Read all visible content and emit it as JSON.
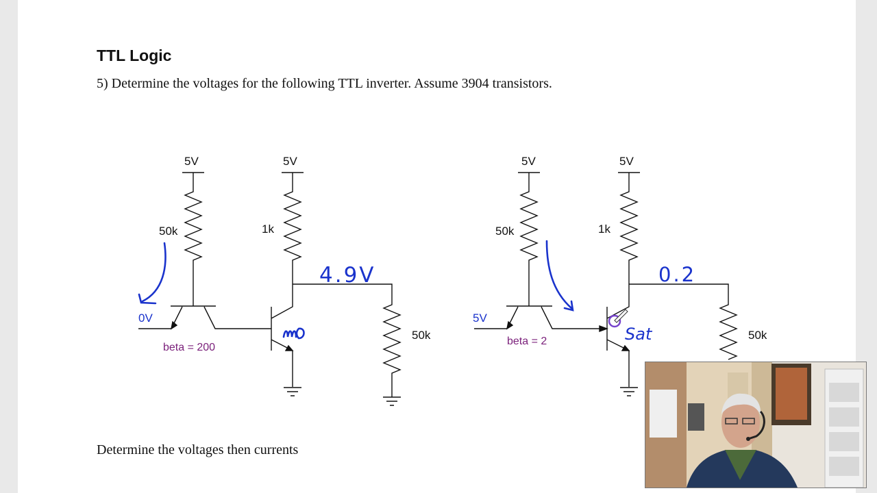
{
  "document": {
    "title": "TTL Logic",
    "question": "5)  Determine the voltages for the following TTL inverter.  Assume 3904 transistors.",
    "footer": "Determine the voltages then currents"
  },
  "circuit_left": {
    "supply_1": "5V",
    "supply_2": "5V",
    "r_base": "50k",
    "r_collector": "1k",
    "r_load": "50k",
    "input": "0V",
    "beta": "beta = 200",
    "annotation_voltage": "4.9V"
  },
  "circuit_right": {
    "supply_1": "5V",
    "supply_2": "5V",
    "r_base": "50k",
    "r_collector": "1k",
    "r_load": "50k",
    "input": "5V",
    "beta": "beta = 2",
    "annotation_voltage": "0.2",
    "annotation_state": "Sat"
  },
  "colors": {
    "ink": "#1a33cc",
    "beta_label": "#7a1f7a",
    "cursor": "#7744cc"
  }
}
